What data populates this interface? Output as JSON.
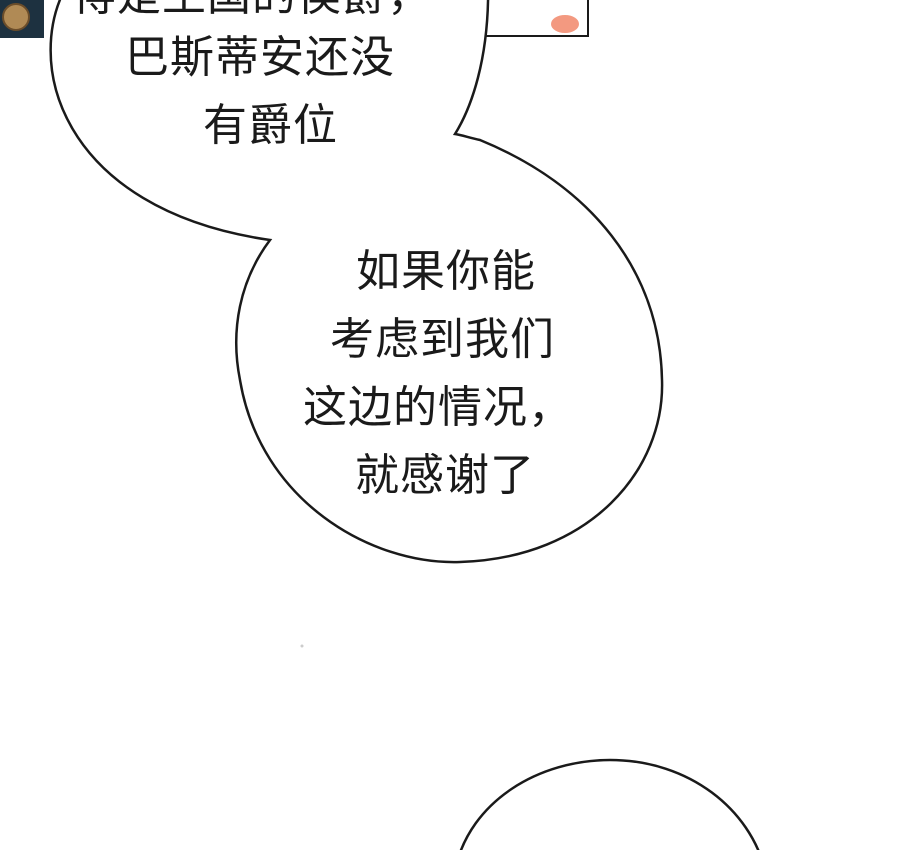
{
  "bubble_top": {
    "lines": [
      "得是王国的侯爵，",
      "巴斯蒂安还没",
      "有爵位"
    ]
  },
  "bubble_middle": {
    "lines": [
      "如果你能",
      "考虑到我们",
      "这边的情况，",
      "就感谢了"
    ]
  },
  "colors": {
    "outline": "#1a1a1a",
    "panel_dark": "#1d3140",
    "medallion": "#b08a55",
    "accent_red": "#f08060"
  }
}
